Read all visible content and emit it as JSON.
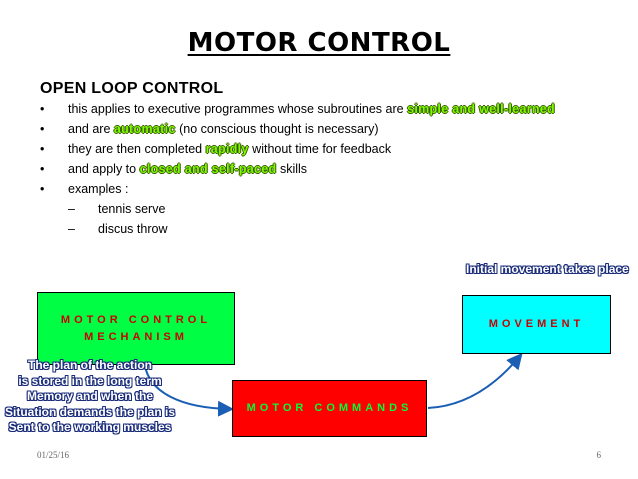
{
  "title": "MOTOR CONTROL",
  "subtitle": "OPEN LOOP CONTROL",
  "bullets": {
    "b1": {
      "pre": "this applies to executive programmes whose subroutines are ",
      "hl": "simple and well-learned"
    },
    "b2": {
      "pre": "and are ",
      "hl": "automatic",
      "post": " (no conscious thought is necessary)"
    },
    "b3": {
      "pre": "they are then completed ",
      "hl": "rapidly",
      "post": " without time for feedback"
    },
    "b4": {
      "pre": "and apply to ",
      "hl": "closed and self-paced",
      "post": " skills"
    },
    "b5": {
      "text": "examples :"
    },
    "sub1": "tennis serve",
    "sub2": "discus throw"
  },
  "markers": {
    "bullet": "•",
    "dash": "–"
  },
  "callouts": {
    "top": "Initial movement takes place",
    "left": [
      "The plan of the action",
      "is stored in the long term",
      "Memory and when the",
      "Situation demands the plan is",
      "Sent to the working muscles"
    ]
  },
  "boxes": {
    "mechanism": [
      "MOTOR CONTROL",
      "MECHANISM"
    ],
    "commands": "MOTOR COMMANDS",
    "movement": "MOVEMENT"
  },
  "colors": {
    "highlight": "#7CFC00",
    "mechanism_fill": "#00ff44",
    "commands_fill": "#ff0000",
    "movement_fill": "#00ffff",
    "arrow": "#1a5fb4"
  },
  "footer": {
    "date": "01/25/16",
    "page": "6"
  }
}
